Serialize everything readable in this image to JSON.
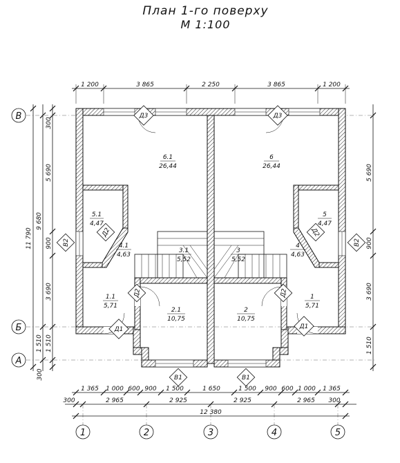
{
  "title_line1": "План 1-го поверху",
  "title_line2": "М 1:100",
  "top_dims": [
    "1 200",
    "3 865",
    "2 250",
    "3 865",
    "1 200"
  ],
  "bottom_row1": [
    "1 365",
    "1 000",
    "600",
    "900",
    "1 500",
    "1 650",
    "1 500",
    "900",
    "600",
    "1 000",
    "1 365"
  ],
  "bottom_row2": [
    "300",
    "2 965",
    "2 925",
    "2 925",
    "2 965",
    "300"
  ],
  "bottom_total": "12 380",
  "axes_numbers": [
    "1",
    "2",
    "3",
    "4",
    "5"
  ],
  "axes_letters": [
    "В",
    "Б",
    "А"
  ],
  "left_dims_inner": [
    "300",
    "5 690",
    "900",
    "3 690",
    "1 510",
    "300"
  ],
  "left_dims_mid": [
    "9 680",
    "1 510"
  ],
  "left_dims_outer": "11 790",
  "right_dims": [
    "5 690",
    "900",
    "3 690",
    "1 510"
  ],
  "rooms": [
    {
      "num": "6.1",
      "area": "26,44"
    },
    {
      "num": "6",
      "area": "26,44"
    },
    {
      "num": "5.1",
      "area": "4,47"
    },
    {
      "num": "5",
      "area": "4,47"
    },
    {
      "num": "4.1",
      "area": "4,63"
    },
    {
      "num": "4",
      "area": "4,63"
    },
    {
      "num": "3.1",
      "area": "5,52"
    },
    {
      "num": "3",
      "area": "5,52"
    },
    {
      "num": "1.1",
      "area": "5,71"
    },
    {
      "num": "1",
      "area": "5,71"
    },
    {
      "num": "2.1",
      "area": "10,75"
    },
    {
      "num": "2",
      "area": "10,75"
    }
  ],
  "tags": {
    "d3": "Д3",
    "d2": "Д2",
    "d1": "Д1",
    "v1": "В1",
    "v2": "В2"
  }
}
